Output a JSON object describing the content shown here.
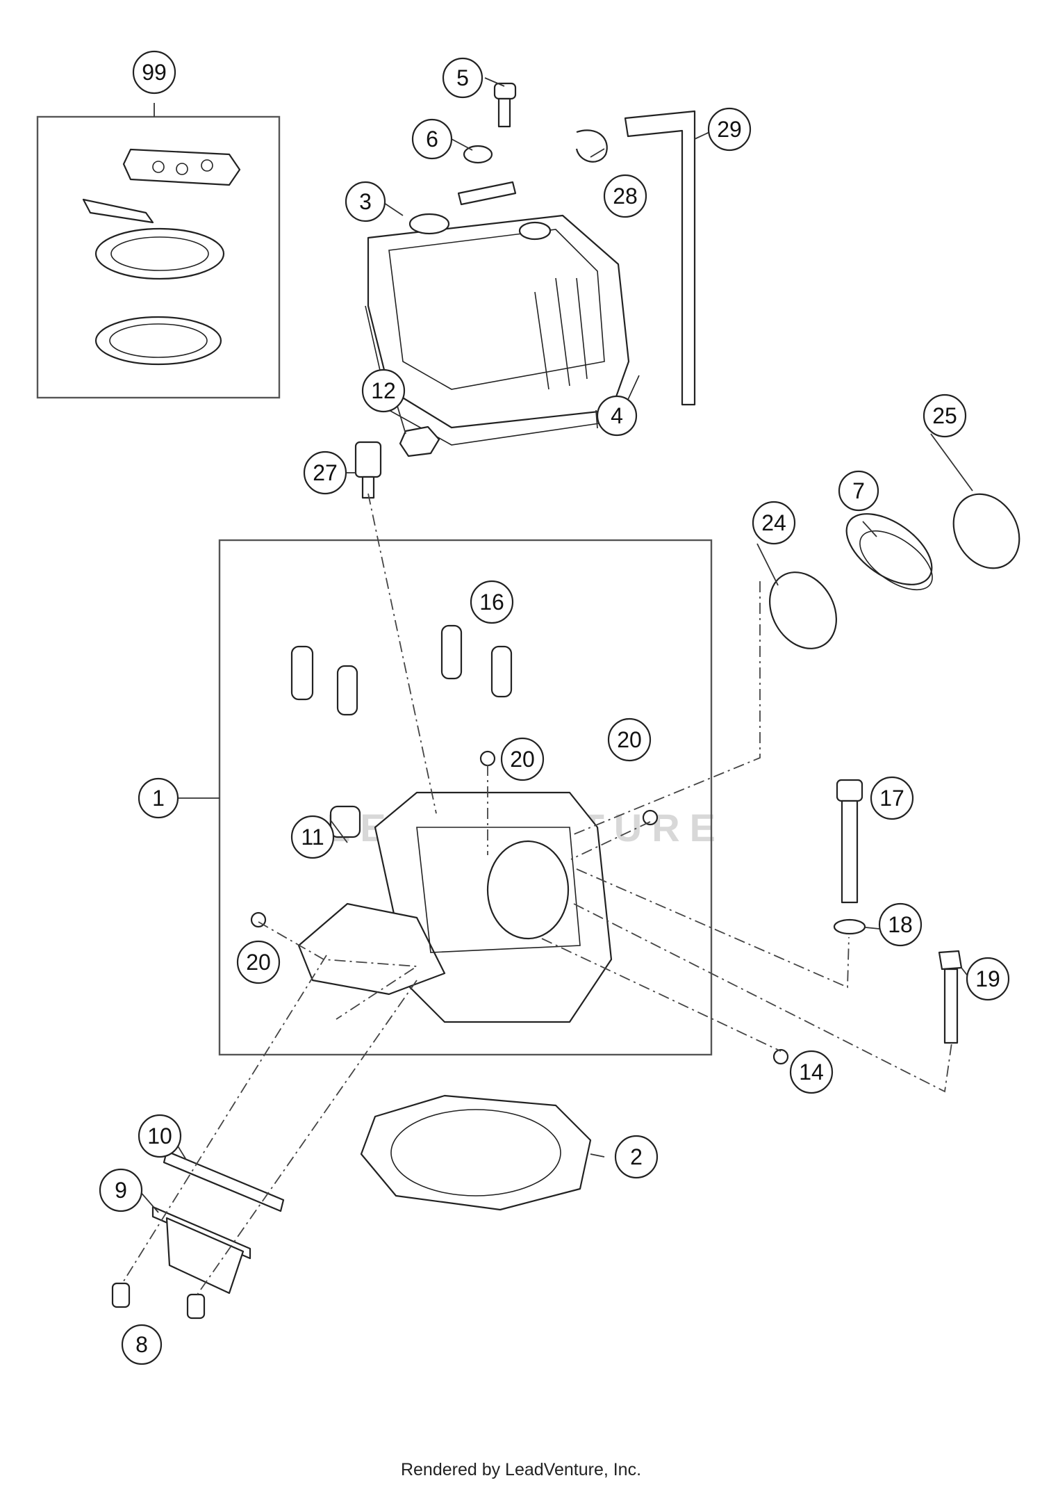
{
  "watermark": "LEADVENTURE",
  "footer": "Rendered by LeadVenture, Inc.",
  "callouts": [
    "99",
    "5",
    "6",
    "3",
    "28",
    "29",
    "12",
    "4",
    "27",
    "25",
    "7",
    "24",
    "16",
    "20",
    "20",
    "1",
    "11",
    "17",
    "18",
    "20",
    "19",
    "14",
    "10",
    "2",
    "9",
    "8"
  ]
}
